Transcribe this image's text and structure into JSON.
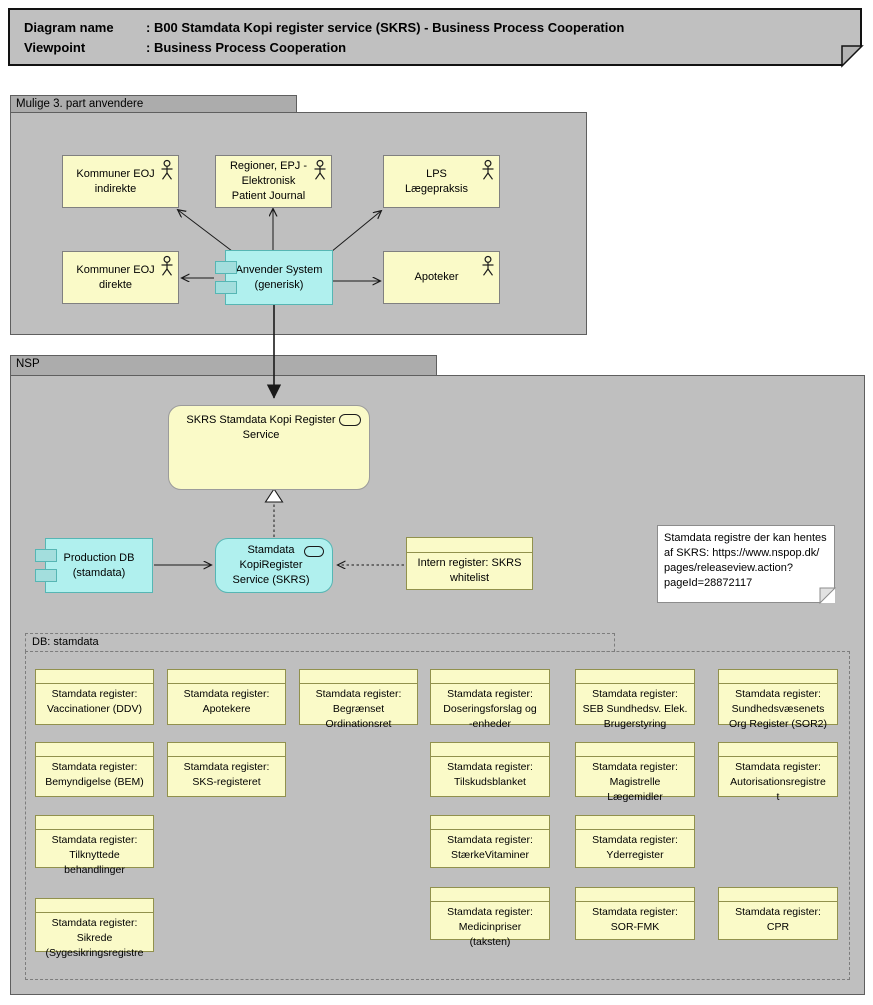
{
  "diagram_title": {
    "rows": [
      {
        "label": "Diagram name",
        "value": ": B00 Stamdata Kopi register service (SKRS) - Business Process Cooperation"
      },
      {
        "label": "Viewpoint",
        "value": ": Business Process Cooperation"
      }
    ]
  },
  "third_party_group": {
    "label": "Mulige 3. part anvendere",
    "nodes": {
      "kommuner_indirekte": "Kommuner EOJ\nindirekte",
      "regioner_epj": "Regioner, EPJ -\nElektronisk\nPatient Journal",
      "lps": "LPS\nLægepraksis",
      "kommuner_direkte": "Kommuner EOJ\ndirekte",
      "apoteker": "Apoteker",
      "anvender_system": "Anvender System\n(generisk)"
    }
  },
  "nsp_group": {
    "label": "NSP",
    "nodes": {
      "skrs_service": "SKRS Stamdata Kopi Register\nService",
      "production_db": "Production DB\n(stamdata)",
      "stamdata_kopiregister": "Stamdata\nKopiRegister\nService (SKRS)",
      "intern_register": "Intern register: SKRS\nwhitelist"
    },
    "note_lines": [
      "Stamdata registre der kan hentes",
      "af SKRS: https://www.nspop.dk/",
      "pages/releaseview.action?",
      "pageId=28872117"
    ],
    "db_group": {
      "label": "DB: stamdata",
      "register_prefix": "Stamdata register:",
      "registers": [
        {
          "name": "Vaccinationer (DDV)"
        },
        {
          "name": "Apotekere"
        },
        {
          "name": "Begrænset\nOrdinationsret"
        },
        {
          "name": "Doseringsforslag og\n-enheder"
        },
        {
          "name": "SEB Sundhedsv. Elek.\nBrugerstyring"
        },
        {
          "name": "Sundhedsvæsenets\nOrg Register (SOR2)"
        },
        {
          "name": "Bemyndigelse (BEM)"
        },
        {
          "name": "SKS-registeret"
        },
        {
          "name": "Tilskudsblanket"
        },
        {
          "name": "Magistrelle\nLægemidler"
        },
        {
          "name": "Autorisationsregistre\nt"
        },
        {
          "name": "Tilknyttede\nbehandlinger"
        },
        {
          "name": "StærkeVitaminer"
        },
        {
          "name": "Yderregister"
        },
        {
          "name": "Sikrede\n(Sygesikringsregistre"
        },
        {
          "name": "Medicinpriser\n(taksten)"
        },
        {
          "name": "SOR-FMK"
        },
        {
          "name": "CPR"
        }
      ]
    }
  }
}
